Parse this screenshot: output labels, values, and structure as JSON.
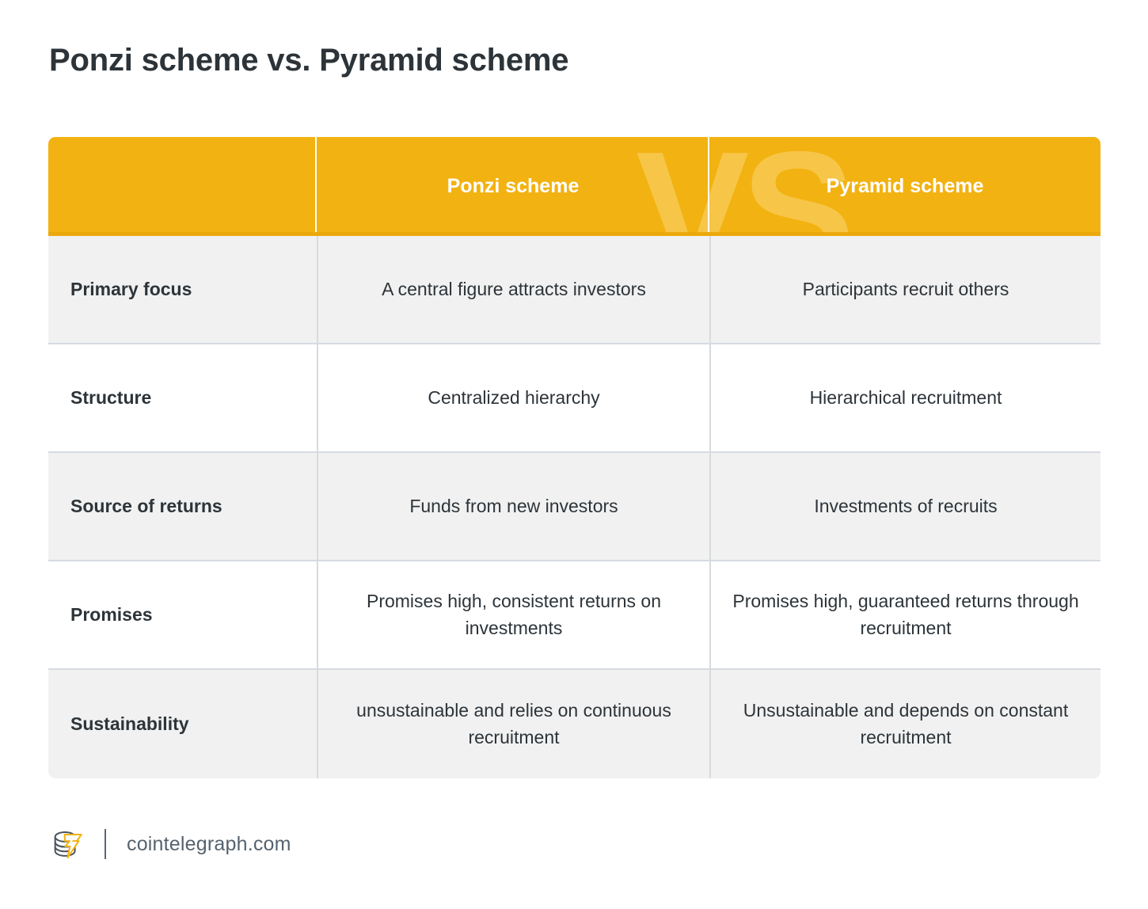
{
  "page": {
    "title": "Ponzi scheme vs. Pyramid scheme",
    "background": "#ffffff"
  },
  "colors": {
    "header_yellow": "#f2b211",
    "watermark_yellow": "#f7c648",
    "row_shaded": "#f1f1f1",
    "row_plain": "#ffffff",
    "border": "#d6dbe0",
    "text_dark": "#2d3439",
    "footer_text": "#56636e",
    "logo_gold": "#f2b211"
  },
  "table": {
    "watermark": "VS.",
    "headers": {
      "col0": "",
      "col1": "Ponzi scheme",
      "col2": "Pyramid scheme"
    },
    "rows": [
      {
        "label": "Primary focus",
        "ponzi": "A central figure attracts investors",
        "pyramid": "Participants recruit others"
      },
      {
        "label": "Structure",
        "ponzi": "Centralized hierarchy",
        "pyramid": "Hierarchical recruitment"
      },
      {
        "label": "Source of returns",
        "ponzi": "Funds from new investors",
        "pyramid": "Investments of recruits"
      },
      {
        "label": "Promises",
        "ponzi": "Promises high, consistent returns on investments",
        "pyramid": "Promises high, guaranteed returns through recruitment"
      },
      {
        "label": "Sustainability",
        "ponzi": "unsustainable and relies on continuous recruitment",
        "pyramid": "Unsustainable and depends on constant recruitment"
      }
    ]
  },
  "footer": {
    "logo_name": "cointelegraph-logo-icon",
    "site": "cointelegraph.com"
  }
}
